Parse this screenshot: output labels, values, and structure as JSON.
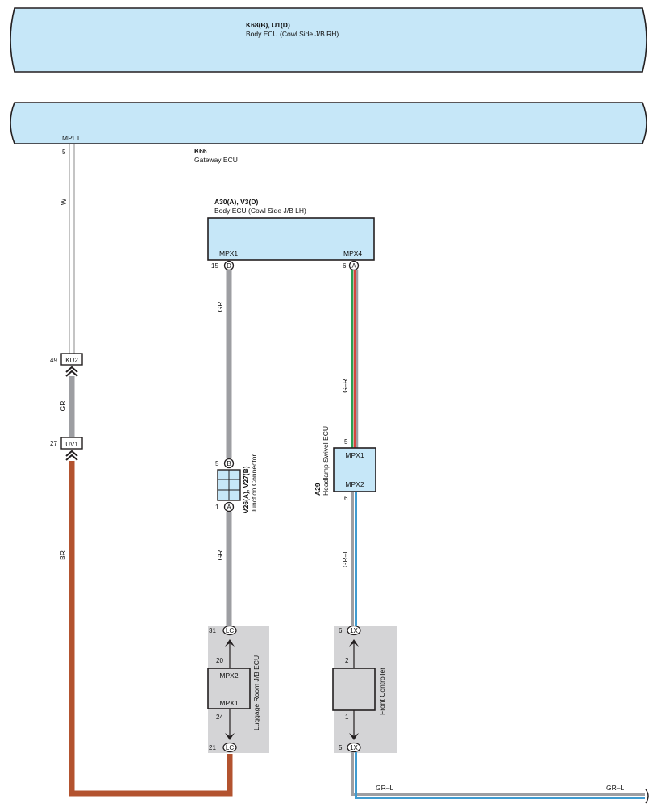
{
  "components": {
    "body_ecu_rh": {
      "id": "K68(B), U1(D)",
      "name": "Body ECU (Cowl Side J/B RH)"
    },
    "gateway_ecu": {
      "id": "K66",
      "name": "Gateway ECU",
      "terminal": "MPL1",
      "pin": "5"
    },
    "body_ecu_lh": {
      "id": "A30(A), V3(D)",
      "name": "Body ECU (Cowl Side J/B LH)",
      "term_left": "MPX1",
      "pin_left": "15",
      "conn_left": "D",
      "term_right": "MPX4",
      "pin_right": "6",
      "conn_right": "A"
    },
    "junction_connector": {
      "id": "V26(A), V27(B)",
      "name": "Junction Connector",
      "pin_top": "5",
      "conn_top": "B",
      "pin_bottom": "1",
      "conn_bottom": "A"
    },
    "headlamp_swivel_ecu": {
      "id": "A29",
      "name": "Headlamp Swivel ECU",
      "term_top": "MPX1",
      "term_bottom": "MPX2",
      "pin_top": "5",
      "pin_bottom": "6"
    },
    "luggage_room_ecu": {
      "name": "Luggage Room J/B ECU",
      "term_top": "MPX2",
      "term_bottom": "MPX1",
      "inner_pin_top": "20",
      "inner_pin_bottom": "24",
      "pin_top": "31",
      "conn_top": "LC",
      "pin_bottom": "21",
      "conn_bottom": "LC"
    },
    "front_controller": {
      "name": "Front Controller",
      "inner_pin_top": "2",
      "inner_pin_bottom": "1",
      "pin_top": "6",
      "conn_top": "1X",
      "pin_bottom": "5",
      "conn_bottom": "1X"
    }
  },
  "inline_connectors": [
    {
      "pin": "49",
      "id": "KU2"
    },
    {
      "pin": "27",
      "id": "UV1"
    }
  ],
  "wires": {
    "gateway_w": "W",
    "gateway_gr": "GR",
    "gateway_br": "BR",
    "mpx1_gr_upper": "GR",
    "mpx1_gr_lower": "GR",
    "mpx4_gr": "G–R",
    "swivel_grl": "GR–L",
    "bottom_grl_1": "GR–L",
    "bottom_grl_2": "GR–L"
  },
  "colors": {
    "ecu_fill": "#c6e7f8",
    "outline": "#231f20",
    "wire_gray": "#9d9ea2",
    "wire_brown": "#b3532f",
    "wire_green": "#2aa052",
    "wire_red": "#d6453e",
    "wire_blue": "#3f9bd0",
    "shade_box": "#d4d4d6"
  }
}
